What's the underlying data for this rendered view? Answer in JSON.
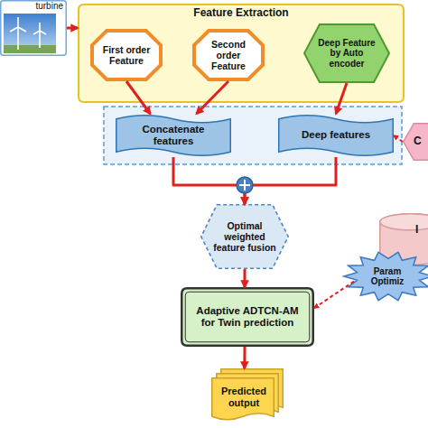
{
  "diagram": {
    "nodes": [
      {
        "text": [
          "turbine"
        ]
      },
      {
        "text": [
          "Feature Extraction"
        ]
      },
      {
        "text": [
          "First order Feature"
        ],
        "in": 1
      },
      {
        "text": [
          "Second order Feature"
        ],
        "in": 1
      },
      {
        "text": [
          "Deep Feature by Auto encoder"
        ],
        "in": 1
      },
      {
        "text": [
          "Concatenate features"
        ]
      },
      {
        "text": [
          "Deep features"
        ]
      },
      {
        "text": [
          "C"
        ]
      },
      {
        "text": [
          "Optimal weighted feature fusion"
        ]
      },
      {
        "text": [
          "I"
        ]
      },
      {
        "text": [
          "Param Optimiz"
        ]
      },
      {
        "text": [
          "Adaptive ADTCN-AM for Twin prediction"
        ]
      },
      {
        "text": [
          "Predicted output"
        ]
      }
    ],
    "edges": [
      {
        "from": 0,
        "to": 1,
        "arrow": "to"
      },
      {
        "from": 2,
        "to": 5,
        "arrow": "to"
      },
      {
        "from": 3,
        "to": 5,
        "arrow": "to"
      },
      {
        "from": 4,
        "to": 6,
        "arrow": "to"
      },
      {
        "from": 7,
        "to": 6,
        "arrow": "to"
      },
      {
        "from": 5,
        "to": 8,
        "arrow": "to"
      },
      {
        "from": 6,
        "to": 8,
        "arrow": "to"
      },
      {
        "from": 10,
        "to": 11,
        "arrow": "to"
      },
      {
        "from": 8,
        "to": 11,
        "arrow": "to"
      },
      {
        "from": 11,
        "to": 12,
        "arrow": "to"
      }
    ]
  }
}
